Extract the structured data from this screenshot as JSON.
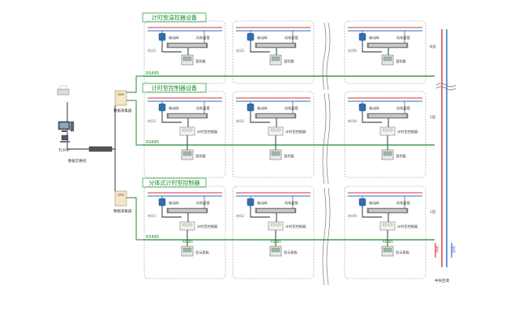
{
  "sections": [
    {
      "title": "计时型温控器设备",
      "device": "温控器",
      "has_meter": false,
      "bus": "RS485"
    },
    {
      "title": "计时型控制器设备",
      "device": "温控器",
      "has_meter": true,
      "bus": "RS485"
    },
    {
      "title": "分体式计时型控制器",
      "device": "显示面板",
      "has_meter": true,
      "bus": "RS485"
    }
  ],
  "room_labels": [
    "房间1",
    "房间2",
    "房间N"
  ],
  "floor_labels": [
    "N层",
    "2层",
    "1层"
  ],
  "labels": {
    "valve": "电动阀",
    "fancoil": "风机盘管",
    "meter": "计时型控制器",
    "meter_rs485": "RS485",
    "collector": "数据采集器",
    "switch": "数据交换机",
    "tcpip": "TCP/IP",
    "supply": "供水",
    "return": "回水",
    "central_ac": "中央空调"
  },
  "colors": {
    "supply_pipe": "#d9363e",
    "return_pipe": "#2a6fc9",
    "bus": "#1e8a2e",
    "frame": "#9a9a9a",
    "title_border": "#2aa845",
    "title_text": "#1e8a2e"
  }
}
